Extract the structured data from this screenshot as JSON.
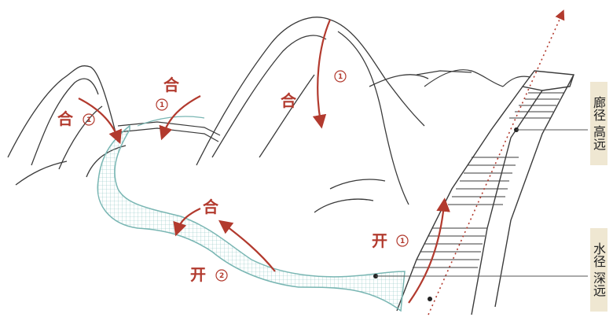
{
  "labels": {
    "he1": "合",
    "he2": "合",
    "he3": "合",
    "he4": "合",
    "kai1": "开",
    "kai2": "开",
    "num1": "1",
    "num2": "1",
    "num3": "1",
    "num4": "1",
    "num5": "2"
  },
  "side": {
    "top": "廊径 高远",
    "bottom": "水径 深远"
  },
  "colors": {
    "arrow": "#b23a2e",
    "water": "#79b6b3",
    "ink": "#3a3a3a",
    "panel": "#efe7d2"
  }
}
